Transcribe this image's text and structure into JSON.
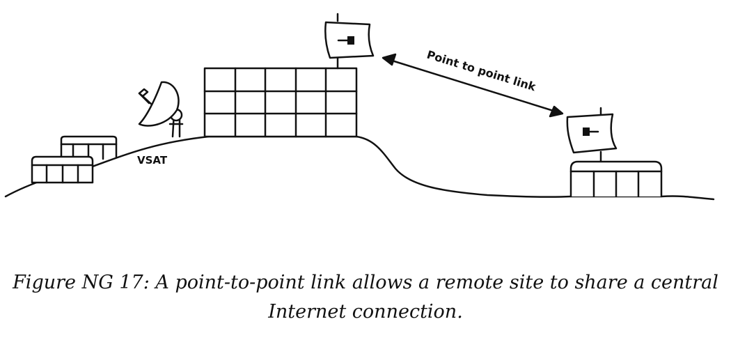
{
  "labels": {
    "vsat": "VSAT",
    "link": "Point to point link"
  },
  "caption": {
    "line1": "Figure NG 17: A point-to-point link allows a remote site to share a central",
    "line2": "Internet connection."
  }
}
